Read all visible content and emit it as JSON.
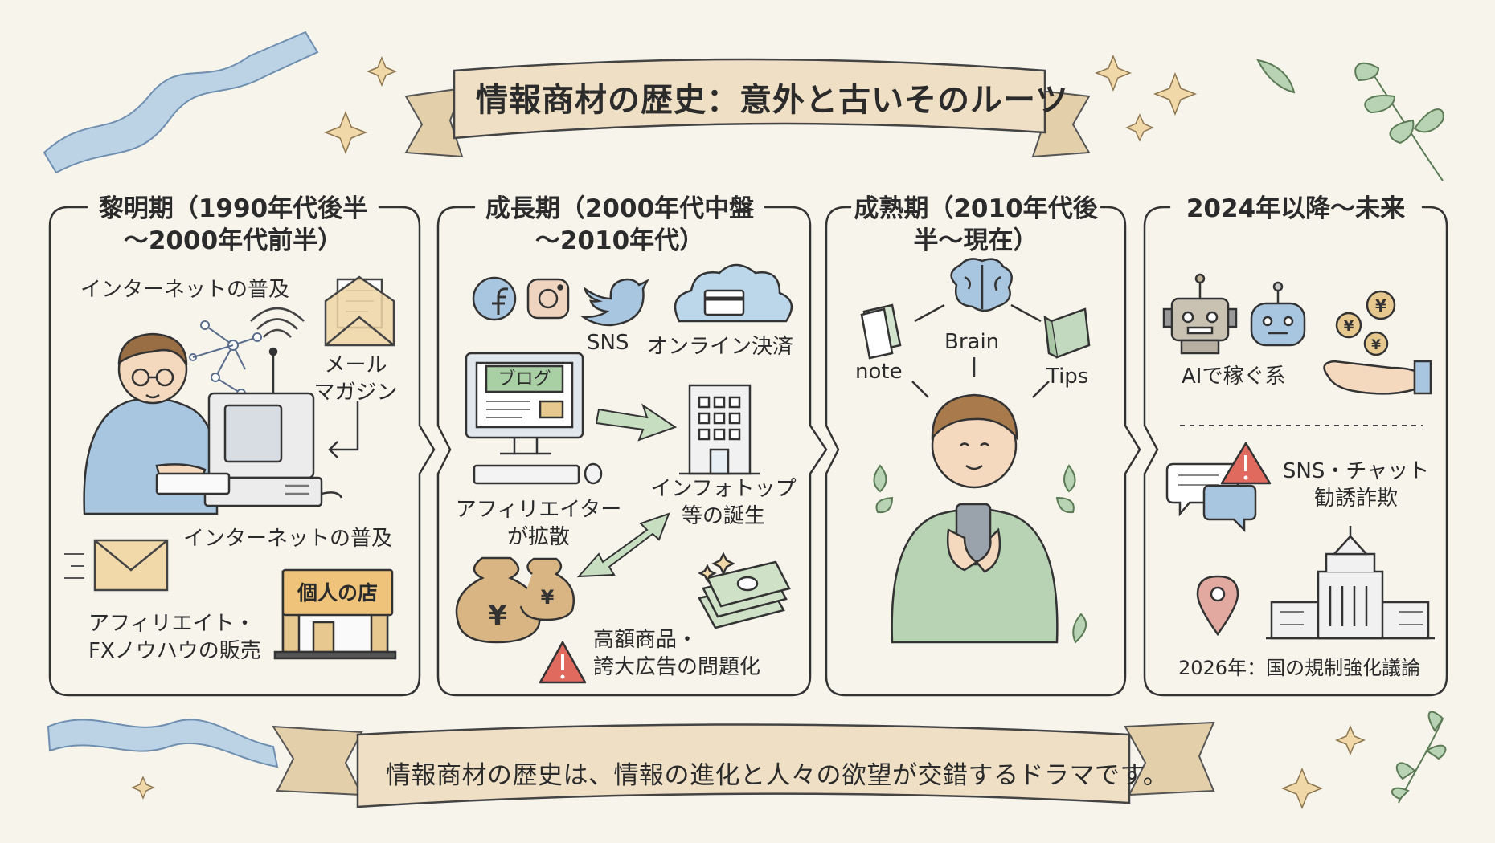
{
  "title": "情報商材の歴史：意外と古いそのルーツ",
  "bottom_banner": "情報商材の歴史は、情報の進化と人々の欲望が交錯するドラマです。",
  "phases": [
    {
      "heading_line1": "黎明期（1990年代後半",
      "heading_line2": "～2000年代前半）",
      "labels": {
        "internet_top": "インターネットの普及",
        "mail_line1": "メール",
        "mail_line2": "マガジン",
        "internet_mid": "インターネットの普及",
        "affiliate_line1": "アフィリエイト・",
        "affiliate_line2": "FXノウハウの販売",
        "shop": "個人の店"
      }
    },
    {
      "heading_line1": "成長期（2000年代中盤",
      "heading_line2": "～2010年代）",
      "labels": {
        "sns": "SNS",
        "online_payment": "オンライン決済",
        "blog": "ブログ",
        "affiliater_line1": "アフィリエイター",
        "affiliater_line2": "が拡散",
        "infotop_line1": "インフォトップ",
        "infotop_line2": "等の誕生",
        "problem_line1": "高額商品・",
        "problem_line2": "誇大広告の問題化",
        "yen": "¥"
      }
    },
    {
      "heading_line1": "成熟期（2010年代後",
      "heading_line2": "半～現在）",
      "labels": {
        "note": "note",
        "brain": "Brain",
        "tips": "Tips"
      }
    },
    {
      "heading_line1": "2024年以降～未来",
      "labels": {
        "ai": "AIで稼ぐ系",
        "scam_line1": "SNS・チャット",
        "scam_line2": "勧誘詐欺",
        "regulation": "2026年：国の規制強化議論",
        "yen": "¥"
      }
    }
  ],
  "colors": {
    "background": "#f7f4ec",
    "banner": "#efdfc4",
    "ribbon": "#bcd3e6",
    "sketch_blue": "#a9c6e0",
    "sketch_green": "#b8d3b3",
    "accent_gold": "#e7c88f",
    "warning_red": "#e06a5e"
  }
}
